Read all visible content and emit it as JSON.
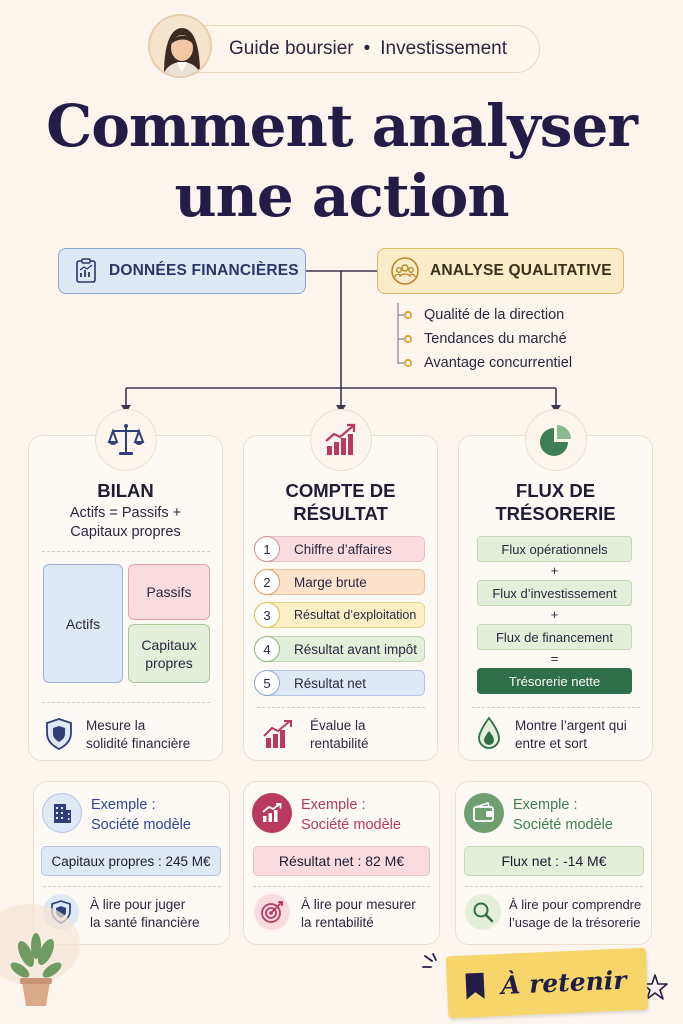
{
  "header": {
    "category": "Guide boursier",
    "separator": "•",
    "topic": "Investissement"
  },
  "title": {
    "line1": "Comment analyser",
    "line2": "une action"
  },
  "top": {
    "financial": {
      "label": "DONNÉES FINANCIÈRES",
      "icon": "report-chart-icon"
    },
    "qualitative": {
      "label": "ANALYSE QUALITATIVE",
      "icon": "team-icon",
      "items": [
        "Qualité de la direction",
        "Tendances du marché",
        "Avantage concurrentiel"
      ]
    }
  },
  "cards": {
    "bilan": {
      "title": "BILAN",
      "formula_line1": "Actifs = Passifs +",
      "formula_line2": "Capitaux propres",
      "actifs": "Actifs",
      "passifs": "Passifs",
      "capitaux_line1": "Capitaux",
      "capitaux_line2": "propres",
      "footer_line1": "Mesure la",
      "footer_line2": "solidité financière",
      "icon": "scales-icon"
    },
    "resultat": {
      "title_line1": "COMPTE DE",
      "title_line2": "RÉSULTAT",
      "steps": [
        {
          "num": "1",
          "label": "Chiffre d’affaires"
        },
        {
          "num": "2",
          "label": "Marge brute"
        },
        {
          "num": "3",
          "label": "Résultat d’exploitation"
        },
        {
          "num": "4",
          "label": "Résultat avant impôt"
        },
        {
          "num": "5",
          "label": "Résultat net"
        }
      ],
      "footer_line1": "Évalue la",
      "footer_line2": "rentabilité",
      "icon": "growth-chart-icon"
    },
    "flux": {
      "title_line1": "FLUX DE",
      "title_line2": "TRÉSORERIE",
      "items": [
        "Flux opérationnels",
        "Flux d’investissement",
        "Flux de financement"
      ],
      "ops": [
        "+",
        "+",
        "="
      ],
      "result": "Trésorerie nette",
      "footer_line1": "Montre l’argent qui",
      "footer_line2": "entre et sort",
      "icon": "pie-chart-icon"
    }
  },
  "examples": {
    "bilan": {
      "label_line1": "Exemple :",
      "label_line2": "Société modèle",
      "value": "Capitaux propres : 245 M€",
      "note_line1": "À lire pour juger",
      "note_line2": "la santé financière"
    },
    "resultat": {
      "label_line1": "Exemple :",
      "label_line2": "Société modèle",
      "value": "Résultat net : 82 M€",
      "note_line1": "À lire pour mesurer",
      "note_line2": "la rentabilité"
    },
    "flux": {
      "label_line1": "Exemple :",
      "label_line2": "Société modèle",
      "value": "Flux net : -14 M€",
      "note_line1": "À lire pour comprendre",
      "note_line2": "l’usage de la trésorerie"
    }
  },
  "retenir": "À retenir",
  "colors": {
    "title": "#221c47",
    "blue": "#dfe8f5",
    "yellow": "#fcecc9",
    "pink": "#f9dbe0",
    "green": "#e3eedb",
    "dark_green": "#2f6e4a",
    "note": "#f6d56a"
  }
}
